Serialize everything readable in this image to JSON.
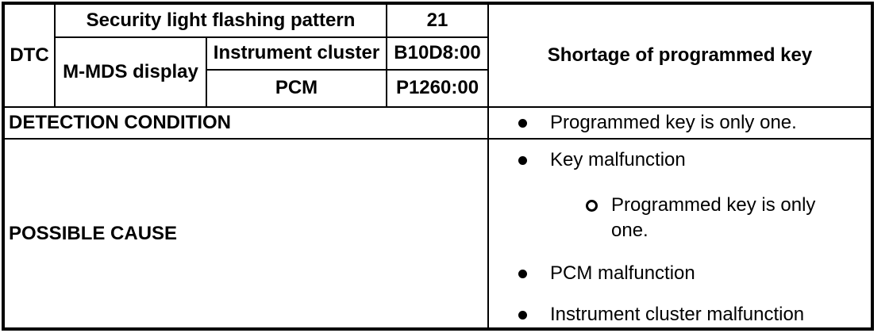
{
  "page": {
    "background_color": "#ffffff",
    "text_color": "#000000",
    "border_color": "#000000"
  },
  "dtc_table": {
    "dtc_label": "DTC",
    "security_pattern": {
      "label": "Security light flashing pattern",
      "code": "21"
    },
    "mmds_label": "M-MDS display",
    "instrument_cluster": {
      "label": "Instrument cluster",
      "code": "B10D8:00"
    },
    "pcm": {
      "label": "PCM",
      "code": "P1260:00"
    },
    "description": "Shortage of programmed key",
    "detection_condition": {
      "label": "DETECTION CONDITION",
      "items": [
        {
          "text": "Programmed key is only one."
        }
      ]
    },
    "possible_cause": {
      "label": "POSSIBLE CAUSE",
      "items": [
        {
          "text": "Key malfunction",
          "sub_items": [
            {
              "text": "Programmed key is only one."
            }
          ]
        },
        {
          "text": "PCM malfunction"
        },
        {
          "text": "Instrument cluster malfunction"
        }
      ]
    }
  }
}
